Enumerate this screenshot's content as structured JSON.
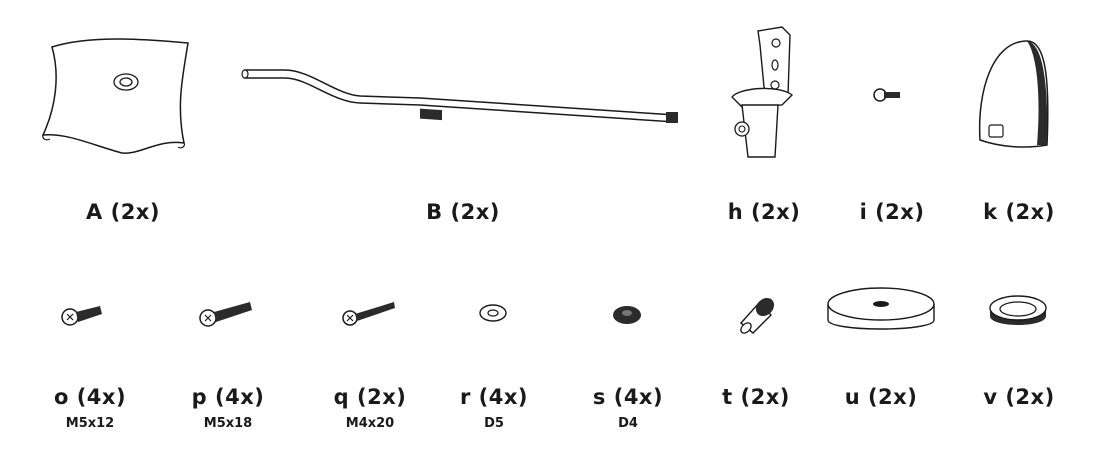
{
  "parts": {
    "A": {
      "label": "A (2x)"
    },
    "B": {
      "label": "B (2x)"
    },
    "h": {
      "label": "h (2x)"
    },
    "i": {
      "label": "i (2x)"
    },
    "k": {
      "label": "k (2x)"
    },
    "o": {
      "label": "o (4x)",
      "spec": "M5x12"
    },
    "p": {
      "label": "p (4x)",
      "spec": "M5x18"
    },
    "q": {
      "label": "q (2x)",
      "spec": "M4x20"
    },
    "r": {
      "label": "r (4x)",
      "spec": "D5"
    },
    "s": {
      "label": "s (4x)",
      "spec": "D4"
    },
    "t": {
      "label": "t (2x)"
    },
    "u": {
      "label": "u (2x)"
    },
    "v": {
      "label": "v (2x)"
    }
  },
  "colors": {
    "line": "#1a1a1a",
    "fill": "#ffffff",
    "dark": "#2b2b2b",
    "shade": "#bdbdbd"
  }
}
